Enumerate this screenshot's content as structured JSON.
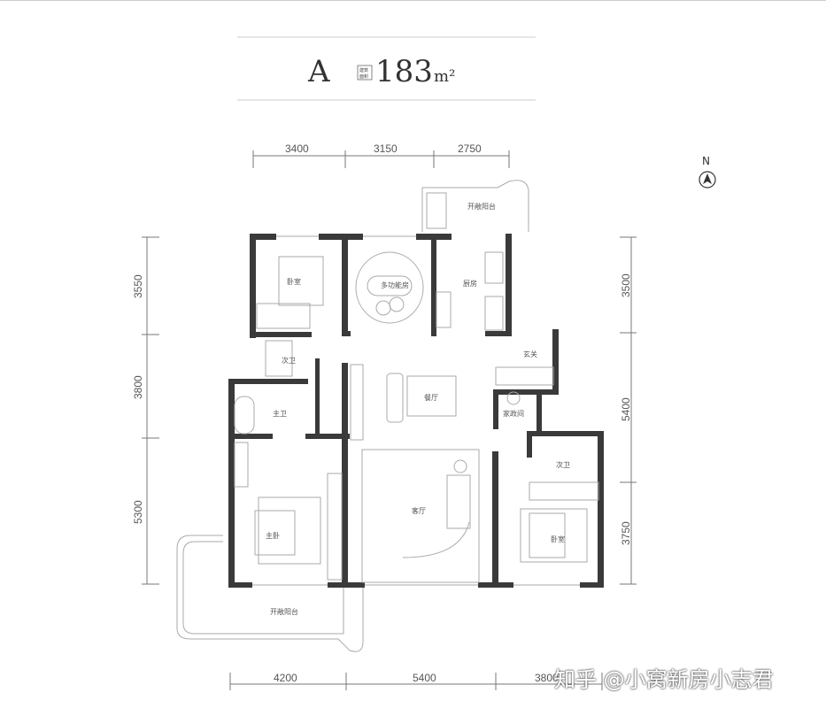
{
  "title": {
    "unit_letter": "A",
    "area_label_line1": "建筑",
    "area_label_line2": "面积",
    "area": "183",
    "unit": "m²"
  },
  "compass": {
    "label": "N"
  },
  "dimensions": {
    "top": [
      "3400",
      "3150",
      "2750"
    ],
    "left": [
      "3550",
      "3800",
      "5300"
    ],
    "right": [
      "3500",
      "5400",
      "3750"
    ],
    "bottom": [
      "4200",
      "5400",
      "3800"
    ]
  },
  "rooms": {
    "bedroom_nw": "卧室",
    "multi_room": "多功能房",
    "kitchen": "厨房",
    "entrance": "玄关",
    "bath_small": "次卫",
    "master_bath": "主卫",
    "dining": "餐厅",
    "utility": "家政间",
    "bath_east": "次卫",
    "living": "客厅",
    "master_bedroom": "主卧",
    "bedroom_se": "卧室",
    "balcony_north": "开敞阳台",
    "balcony_south": "开敞阳台"
  },
  "watermark": "知乎 @小窝新房小志君",
  "colors": {
    "wall": "#3a3a3a",
    "line": "#aaaaaa"
  }
}
